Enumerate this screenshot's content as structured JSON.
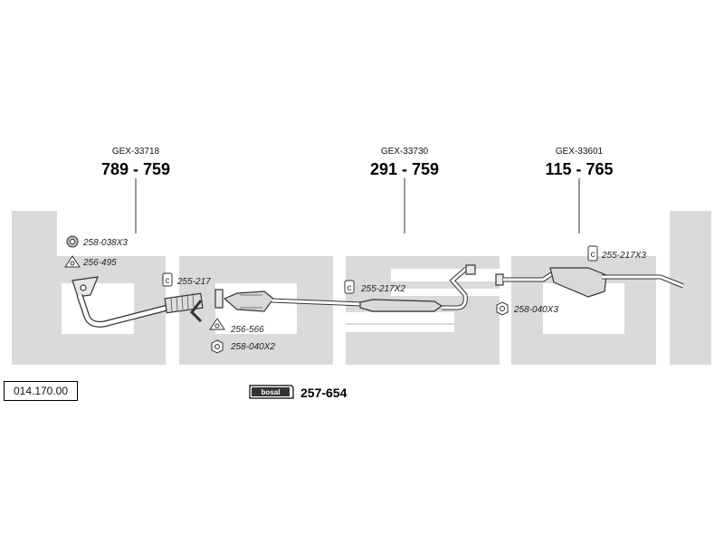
{
  "reference_number": "014.170.00",
  "watermark": "bosal",
  "colors": {
    "watermark": "#dadada",
    "line": "#333333",
    "part_fill": "#d9d9d9"
  },
  "callouts": [
    {
      "code": "GEX-33718",
      "part_number": "789 - 759"
    },
    {
      "code": "GEX-33730",
      "part_number": "291 - 759"
    },
    {
      "code": "GEX-33601",
      "part_number": "115 - 765"
    }
  ],
  "hardware": [
    {
      "label": "258-038X3",
      "icon": "gasket-ring-icon"
    },
    {
      "label": "256-495",
      "icon": "triangle-gasket-icon"
    },
    {
      "label": "255-217",
      "icon": "clamp-icon"
    },
    {
      "label": "256-566",
      "icon": "triangle-gasket-icon"
    },
    {
      "label": "258-040X2",
      "icon": "hex-nut-icon"
    },
    {
      "label": "255-217X2",
      "icon": "clamp-icon"
    },
    {
      "label": "255-217X3",
      "icon": "clamp-icon"
    },
    {
      "label": "258-040X3",
      "icon": "hex-nut-icon"
    }
  ],
  "kit": {
    "badge": "bosal",
    "part_number": "257-654"
  }
}
